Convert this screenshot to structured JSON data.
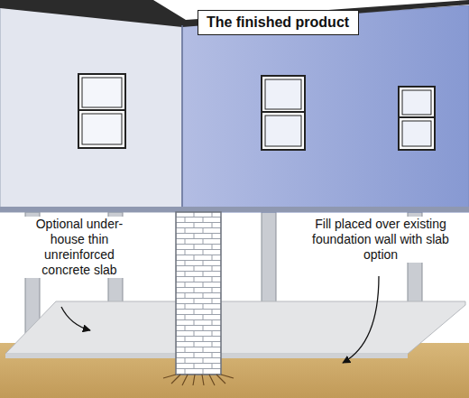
{
  "diagram": {
    "nodes": [
      {
        "text": [
          "The finished product"
        ]
      }
    ],
    "labels": [
      "Optional under-house thin unreinforced concrete slab",
      "Fill placed over existing foundation wall with slab option"
    ]
  }
}
